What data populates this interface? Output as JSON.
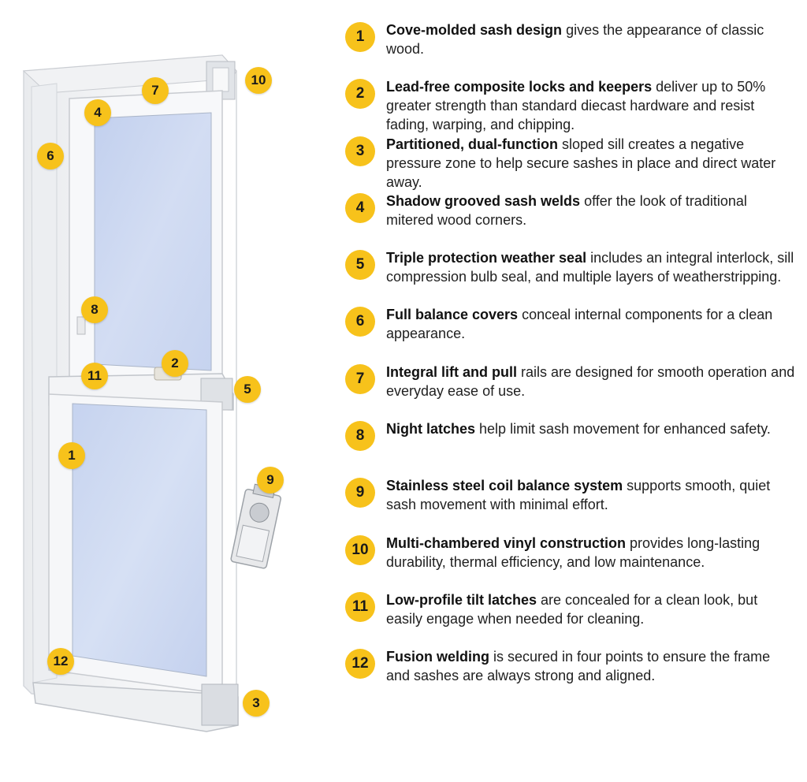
{
  "features": [
    {
      "num": "1",
      "title": "Cove-molded sash design",
      "desc": " gives the appearance of classic wood.",
      "icon": "number-badge"
    },
    {
      "num": "2",
      "title": "Lead-free composite locks and keepers",
      "desc": " deliver up to 50% greater strength than standard diecast hardware and resist fading, warping, and chipping.",
      "icon": "number-badge"
    },
    {
      "num": "3",
      "title": "Partitioned, dual-function",
      "desc": " sloped sill creates a negative pressure zone to help secure sashes in place and direct water away.",
      "icon": "number-badge"
    },
    {
      "num": "4",
      "title": "Shadow grooved sash welds",
      "desc": " offer the look of traditional mitered wood corners.",
      "icon": "number-badge"
    },
    {
      "num": "5",
      "title": "Triple protection weather seal",
      "desc": " includes an integral interlock, sill compression bulb seal, and multiple layers of weatherstripping.",
      "icon": "number-badge"
    },
    {
      "num": "6",
      "title": "Full balance covers",
      "desc": " conceal internal components for a clean appearance.",
      "icon": "number-badge"
    },
    {
      "num": "7",
      "title": "Integral lift and pull",
      "desc": " rails are designed for smooth operation and everyday ease of use.",
      "icon": "number-badge"
    },
    {
      "num": "8",
      "title": "Night latches",
      "desc": " help limit sash movement for enhanced safety.",
      "icon": "number-badge"
    },
    {
      "num": "9",
      "title": "Stainless steel coil balance system",
      "desc": " supports smooth, quiet sash movement with minimal effort.",
      "icon": "number-badge"
    },
    {
      "num": "10",
      "title": "Multi-chambered vinyl construction",
      "desc": " provides long-lasting durability, thermal efficiency, and low maintenance.",
      "icon": "number-badge"
    },
    {
      "num": "11",
      "title": "Low-profile tilt latches",
      "desc": " are concealed for a clean look, but easily engage when needed for cleaning.",
      "icon": "number-badge"
    },
    {
      "num": "12",
      "title": "Fusion welding",
      "desc": " is secured in four points to ensure the frame and sashes are always strong and aligned.",
      "icon": "number-badge"
    }
  ],
  "diagram_markers": [
    "1",
    "2",
    "3",
    "4",
    "5",
    "6",
    "7",
    "8",
    "9",
    "10",
    "11",
    "12"
  ],
  "colors": {
    "badge": "#f7c21b",
    "glass": "#c9d6ef",
    "frame": "#f4f5f7"
  }
}
